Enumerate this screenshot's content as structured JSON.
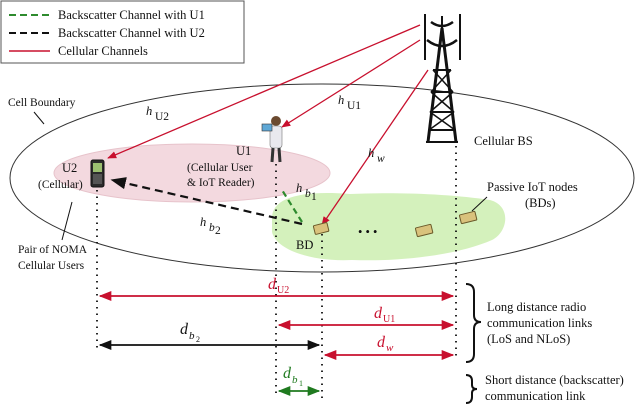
{
  "legend": {
    "items": [
      {
        "label": "Backscatter Channel with U1",
        "color": "#2e8b2e",
        "style": "dashed"
      },
      {
        "label": "Backscatter Channel with U2",
        "color": "#111111",
        "style": "dashed"
      },
      {
        "label": "Cellular Channels",
        "color": "#c8102e",
        "style": "solid"
      }
    ]
  },
  "labels": {
    "cell_boundary": "Cell Boundary",
    "cellular_bs": "Cellular BS",
    "u2_name": "U2",
    "u2_sub": "(Cellular)",
    "u1_name": "U1",
    "u1_sub1": "(Cellular User",
    "u1_sub2": "& IoT Reader)",
    "bd": "BD",
    "dots": "• • •",
    "passive_line1": "Passive IoT nodes",
    "passive_line2": "(BDs)",
    "noma_line1": "Pair of NOMA",
    "noma_line2": "Cellular Users"
  },
  "channels": {
    "hU2": {
      "main": "h",
      "sub": "U2"
    },
    "hU1": {
      "main": "h",
      "sub": "U1"
    },
    "hw": {
      "main": "h",
      "sub": "w"
    },
    "hb1": {
      "main": "h",
      "sub": "b",
      "subsub": "1"
    },
    "hb2": {
      "main": "h",
      "sub": "b",
      "subsub": "2"
    }
  },
  "distances": {
    "dU2": {
      "main": "d",
      "sub": "U2"
    },
    "dU1": {
      "main": "d",
      "sub": "U1"
    },
    "db2": {
      "main": "d",
      "sub": "b",
      "subsub": "2"
    },
    "dw": {
      "main": "d",
      "sub": "w"
    },
    "db1": {
      "main": "d",
      "sub": "b",
      "subsub": "1"
    }
  },
  "braces": {
    "long_line1": "Long distance radio",
    "long_line2": "communication links",
    "long_line3": "(LoS and NLoS)",
    "short_line1": "Short distance (backscatter)",
    "short_line2": "communication link"
  },
  "colors": {
    "red": "#c8102e",
    "green": "#2e8b2e",
    "black": "#111111",
    "green_region": "#cdeeb0",
    "pink_region": "#f3d9df"
  }
}
